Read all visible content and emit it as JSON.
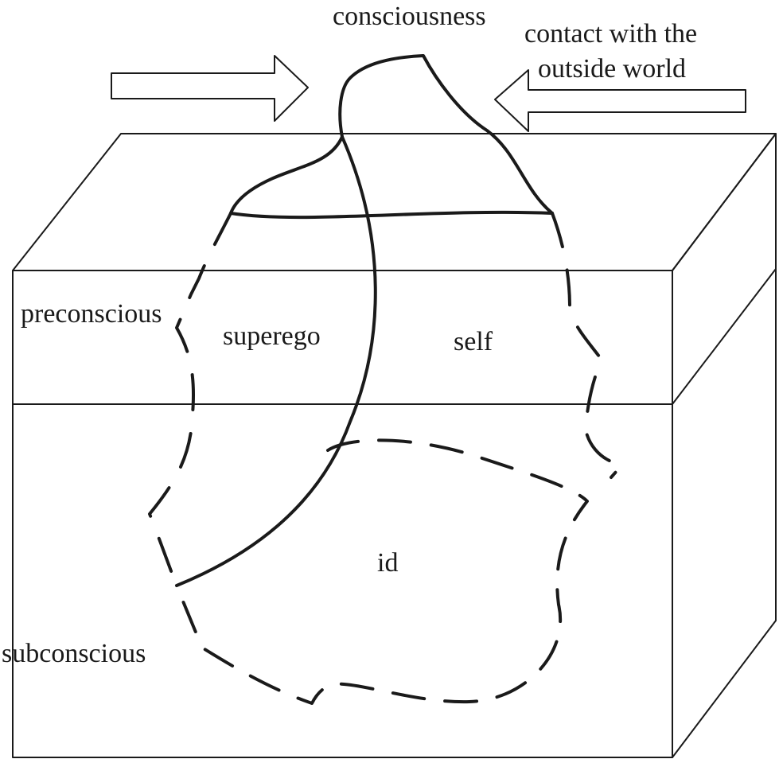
{
  "labels": {
    "consciousness": "consciousness",
    "contact_line1": "contact with the",
    "contact_line2": "outside world",
    "preconscious": "preconscious",
    "superego": "superego",
    "self": "self",
    "id": "id",
    "subconscious": "subconscious"
  }
}
